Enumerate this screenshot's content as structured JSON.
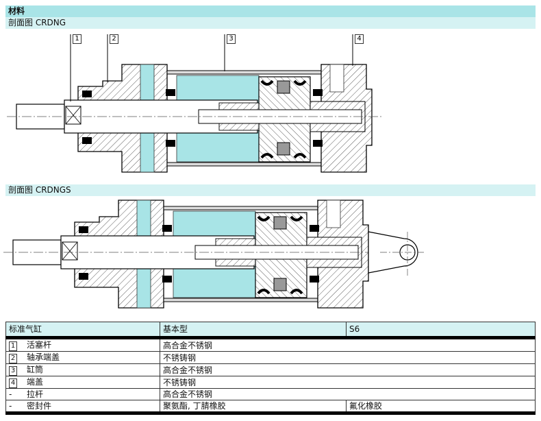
{
  "header": {
    "title": "材料",
    "section1": "剖面图 CRDNG",
    "section2": "剖面图 CRDNGS"
  },
  "callouts": [
    "1",
    "2",
    "3",
    "4"
  ],
  "table": {
    "headers": [
      "标准气缸",
      "基本型",
      "S6"
    ],
    "rows": [
      {
        "num": "1",
        "part": "活塞杆",
        "basic": "高合金不锈钢",
        "s6": ""
      },
      {
        "num": "2",
        "part": "轴承端盖",
        "basic": "不锈铸钢",
        "s6": ""
      },
      {
        "num": "3",
        "part": "缸筒",
        "basic": "高合金不锈钢",
        "s6": ""
      },
      {
        "num": "4",
        "part": "端盖",
        "basic": "不锈铸钢",
        "s6": ""
      },
      {
        "num": "-",
        "part": "拉杆",
        "basic": "高合金不锈钢",
        "s6": ""
      },
      {
        "num": "-",
        "part": "密封件",
        "basic": "聚氨酯, 丁腈橡胶",
        "s6": "氟化橡胶"
      }
    ]
  },
  "colors": {
    "accent": "#a9e4e7",
    "light": "#d5f2f3",
    "fluid": "#a8e4e6"
  }
}
